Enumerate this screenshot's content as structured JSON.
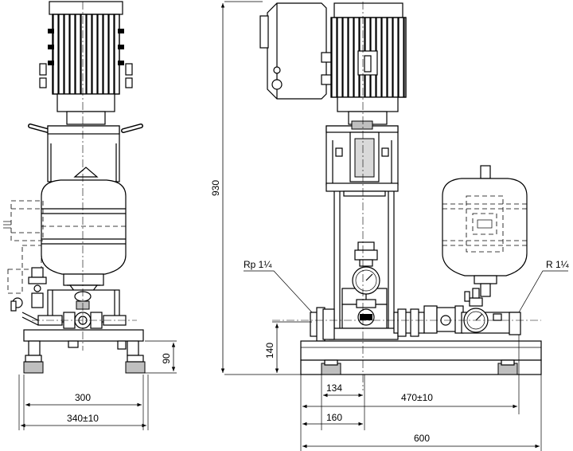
{
  "labels": {
    "dim_300": "300",
    "dim_340": "340±10",
    "dim_90": "90",
    "dim_930": "930",
    "dim_140": "140",
    "dim_134": "134",
    "dim_470": "470±10",
    "dim_160": "160",
    "dim_600": "600",
    "inlet": "Rp 1¼",
    "outlet": "R 1¼"
  }
}
